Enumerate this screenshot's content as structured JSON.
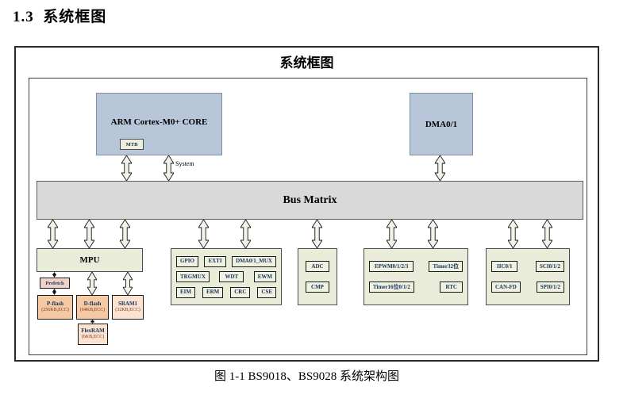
{
  "heading": "1.3  系统框图",
  "caption": "图 1-1 BS9018、BS9028 系统架构图",
  "diagram": {
    "title": "系统框图",
    "core_label": "ARM Cortex-M0+ CORE",
    "mtb_label": "MTB",
    "dma_label": "DMA0/1",
    "system_bus_label": "System",
    "bus_label": "Bus Matrix",
    "mpu_label": "MPU",
    "prefetch_label": "Prefetch",
    "memories": {
      "pflash": {
        "name": "P-flash",
        "size": "(256KB,ECC)"
      },
      "dflash": {
        "name": "D-flash",
        "size": "(64KB,ECC)"
      },
      "sram1": {
        "name": "SRAM1",
        "size": "(32KB,ECC)"
      },
      "flexram": {
        "name": "FlexRAM",
        "size": "(6KB,ECC)"
      }
    },
    "system_peripherals": {
      "row1": [
        "GPIO",
        "EXTI",
        "DMA0/1_MUX"
      ],
      "row2": [
        "TRGMUX",
        "WDT",
        "EWM"
      ],
      "row3": [
        "EIM",
        "ERM",
        "CRC",
        "CSE"
      ]
    },
    "analog": [
      "ADC",
      "CMP"
    ],
    "timers": {
      "row1": [
        "EPWM0/1/2/3",
        "Timer32位"
      ],
      "row2": [
        "Timer16位0/1/2",
        "RTC"
      ]
    },
    "comms": {
      "row1": [
        "IIC0/1",
        "SCI0/1/2"
      ],
      "row2": [
        "CAN-FD",
        "SPI0/1/2"
      ]
    },
    "colors": {
      "core_fill": "#b8c6da",
      "bus_fill": "#d9d9d9",
      "group_fill": "#e9ecd8",
      "chip_fill": "#eff1e1",
      "flash_fill": "#f6c9a5",
      "ram_fill": "#fbe3d0",
      "prefetch_fill": "#f1d2c9",
      "label_navy": "#14325c",
      "size_maroon": "#7d3220"
    }
  }
}
